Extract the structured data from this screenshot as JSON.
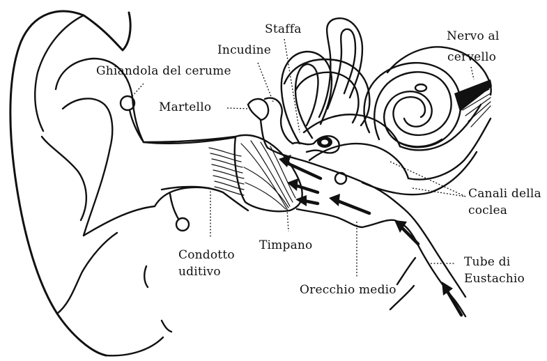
{
  "labels": {
    "staffa": "Staffa",
    "incudine": "Incudine",
    "nervo_al": "Nervo al",
    "cervello": "cervello",
    "ghiandola": "Ghiandola del cerume",
    "martello": "Martello",
    "canali_della": "Canali della",
    "coclea": "coclea",
    "condotto": "Condotto",
    "uditivo": "uditivo",
    "timpano": "Timpano",
    "tube_di": "Tube di",
    "eustachio": "Eustachio",
    "orecchio_medio": "Orecchio medio"
  }
}
